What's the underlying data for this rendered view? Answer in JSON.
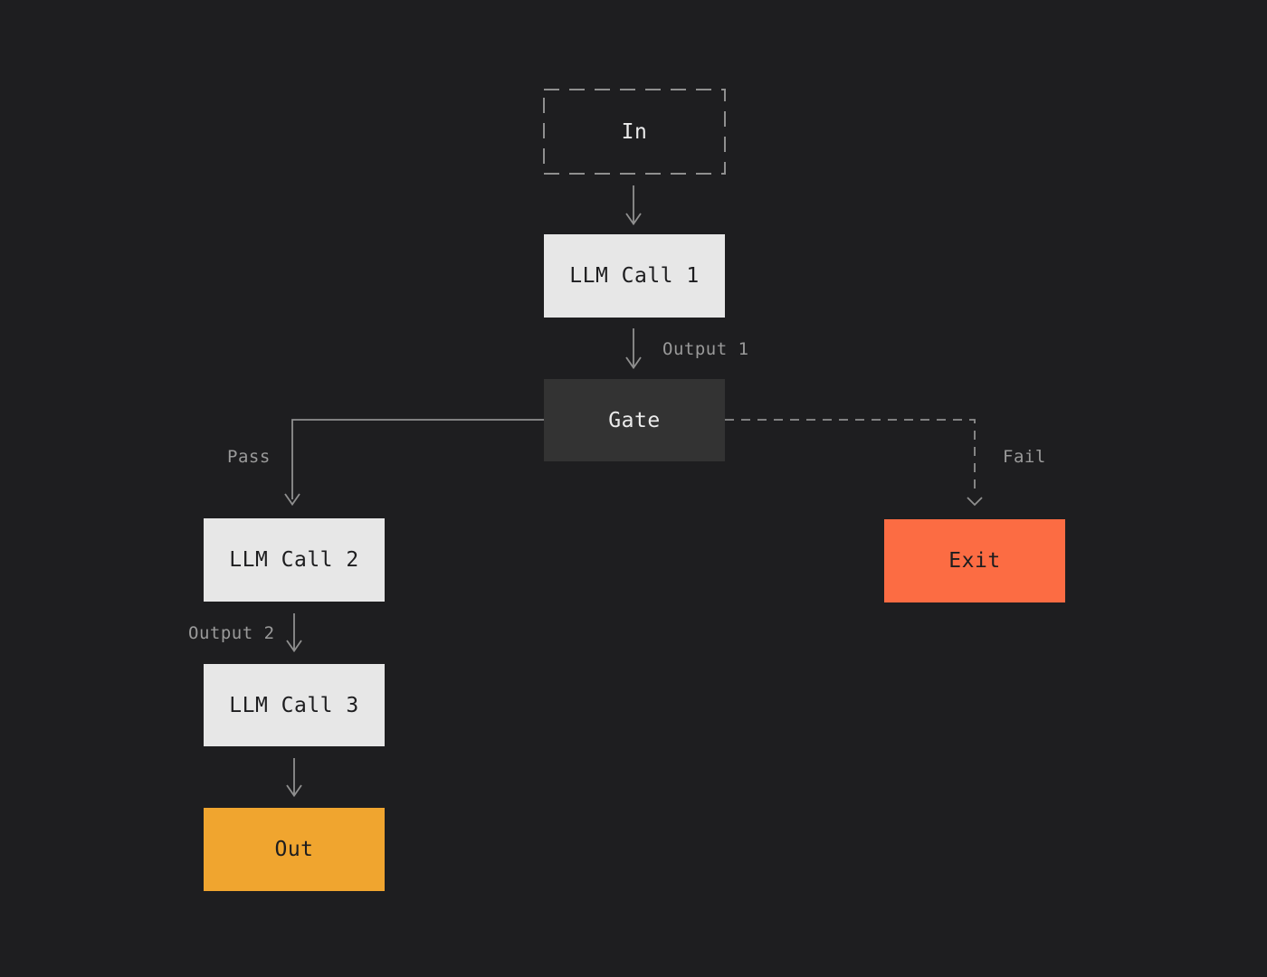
{
  "colors": {
    "background": "#1e1e20",
    "node-light": "#e7e7e7",
    "node-dark": "#333333",
    "node-exit": "#fc6c43",
    "node-out": "#f0a52f",
    "line": "#8f8f8f",
    "edge-label": "#9a9a9a",
    "text-dark": "#1d1d1f",
    "text-light": "#ececec"
  },
  "nodes": {
    "in": {
      "label": "In"
    },
    "llm1": {
      "label": "LLM Call 1"
    },
    "gate": {
      "label": "Gate"
    },
    "llm2": {
      "label": "LLM Call 2"
    },
    "llm3": {
      "label": "LLM Call 3"
    },
    "out": {
      "label": "Out"
    },
    "exit": {
      "label": "Exit"
    }
  },
  "edges": {
    "in_llm1": {
      "label": "",
      "style": "solid"
    },
    "llm1_gate": {
      "label": "Output 1",
      "style": "solid"
    },
    "gate_llm2": {
      "label": "Pass",
      "style": "solid"
    },
    "gate_exit": {
      "label": "Fail",
      "style": "dashed"
    },
    "llm2_llm3": {
      "label": "Output 2",
      "style": "solid"
    },
    "llm3_out": {
      "label": "",
      "style": "solid"
    }
  }
}
